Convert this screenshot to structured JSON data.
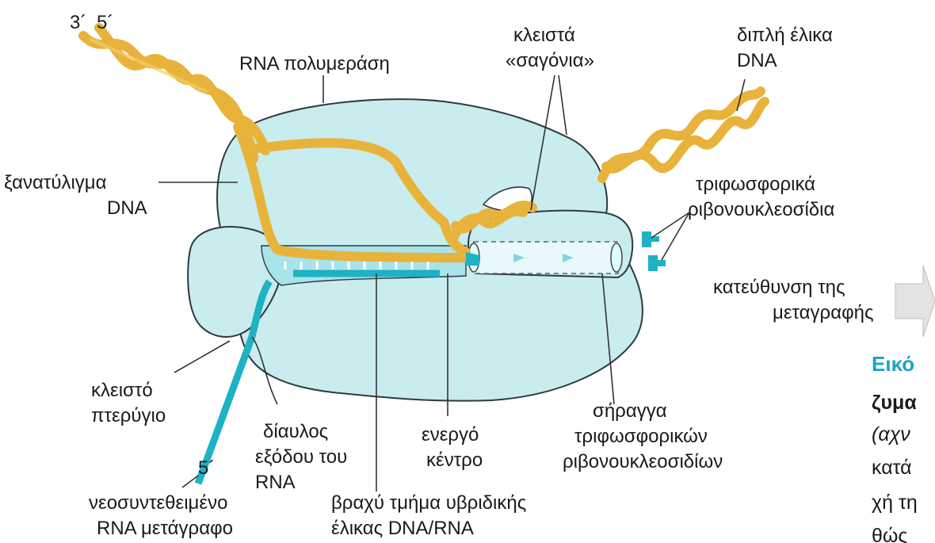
{
  "labels": {
    "end3": "3´",
    "end5": "5´",
    "polymerase": "RNA πολυμεράση",
    "jaws_1": "κλειστά",
    "jaws_2": "«σαγόνια»",
    "helix_1": "διπλή έλικα",
    "helix_2": "DNA",
    "unwind_1": "ξανατύλιγμα",
    "unwind_2": "DNA",
    "triphos_1": "τριφωσφορικά",
    "triphos_2": "ριβονουκλεοσίδια",
    "direction_1": "κατεύθυνση της",
    "direction_2": "μεταγραφής",
    "flap_1": "κλειστό",
    "flap_2": "πτερύγιο",
    "exit_1": "δίαυλος",
    "exit_2": "εξόδου του",
    "exit_3": "RNA",
    "active_1": "ενεργό",
    "active_2": "κέντρο",
    "tunnel_1": "σήραγγα",
    "tunnel_2": "τριφωσφορικών",
    "tunnel_3": "ριβονουκλεοσιδίων",
    "rna5": "5´",
    "new_rna_1": "νεοσυντεθειμένο",
    "new_rna_2": "RNA μετάγραφο",
    "hybrid_1": "βραχύ τμήμα υβριδικής",
    "hybrid_2": "έλικας DNA/RNA"
  },
  "caption": {
    "fig": "Εικό",
    "line1": "ζυμα",
    "line2": "(αχν",
    "line3": "κατά",
    "line4": "χή τη",
    "line5": "θώς"
  },
  "colors": {
    "dna": "#e8b33a",
    "rna": "#1fb1c4",
    "enzyme": "#c9ecef",
    "accent": "#1ba3c6"
  }
}
